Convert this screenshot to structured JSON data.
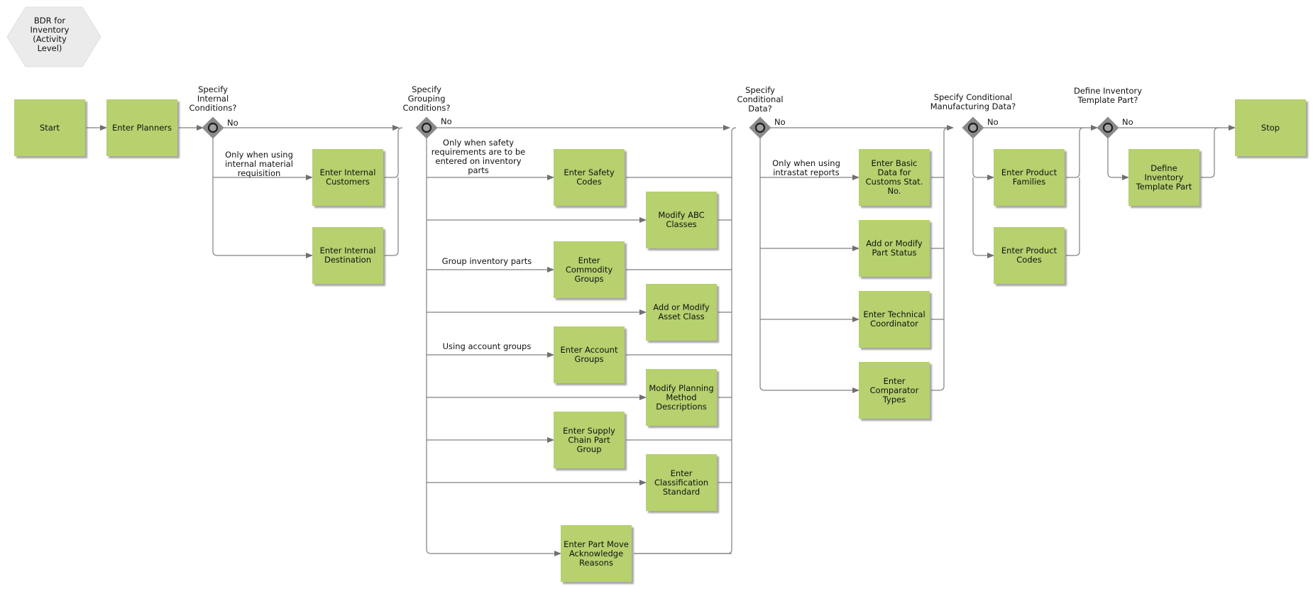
{
  "header": {
    "label": "BDR for Inventory (Activity Level)"
  },
  "colors": {
    "activity_fill": "#b6d16e",
    "gateway_fill": "#8a8a8a",
    "line": "#808080",
    "header_fill": "#ebebeb"
  },
  "activities": {
    "start": "Start",
    "enter_planners": "Enter Planners",
    "enter_internal_customers": "Enter Internal Customers",
    "enter_internal_destination": "Enter Internal Destination",
    "enter_safety_codes": "Enter Safety Codes",
    "modify_abc_classes": "Modify ABC Classes",
    "enter_commodity_groups": "Enter Commodity Groups",
    "add_modify_asset_class": "Add or Modify Asset Class",
    "enter_account_groups": "Enter Account Groups",
    "modify_planning_method": "Modify Planning Method Descriptions",
    "enter_supply_chain": "Enter Supply Chain Part Group",
    "enter_classification": "Enter Classification Standard",
    "enter_part_move": "Enter Part Move Acknowledge Reasons",
    "enter_basic_data_customs": "Enter Basic Data for Customs Stat. No.",
    "add_modify_part_status": "Add or Modify Part Status",
    "enter_technical_coordinator": "Enter Technical Coordinator",
    "enter_comparator_types": "Enter Comparator Types",
    "enter_product_families": "Enter Product Families",
    "enter_product_codes": "Enter Product Codes",
    "define_inventory_template": "Define Inventory Template Part",
    "stop": "Stop"
  },
  "gateways": {
    "g1": "Specify Internal Conditions?",
    "g2": "Specify Grouping Conditions?",
    "g3": "Specify Conditional Data?",
    "g4": "Specify Conditional Manufacturing Data?",
    "g5": "Define Inventory Template Part?"
  },
  "flow_labels": {
    "no": "No",
    "internal_material": "Only when using internal material requisition",
    "safety_requirements": "Only when safety requirements are to be entered on inventory parts",
    "group_inventory": "Group inventory parts",
    "account_groups": "Using account groups",
    "intrastat": "Only when using intrastat reports"
  }
}
